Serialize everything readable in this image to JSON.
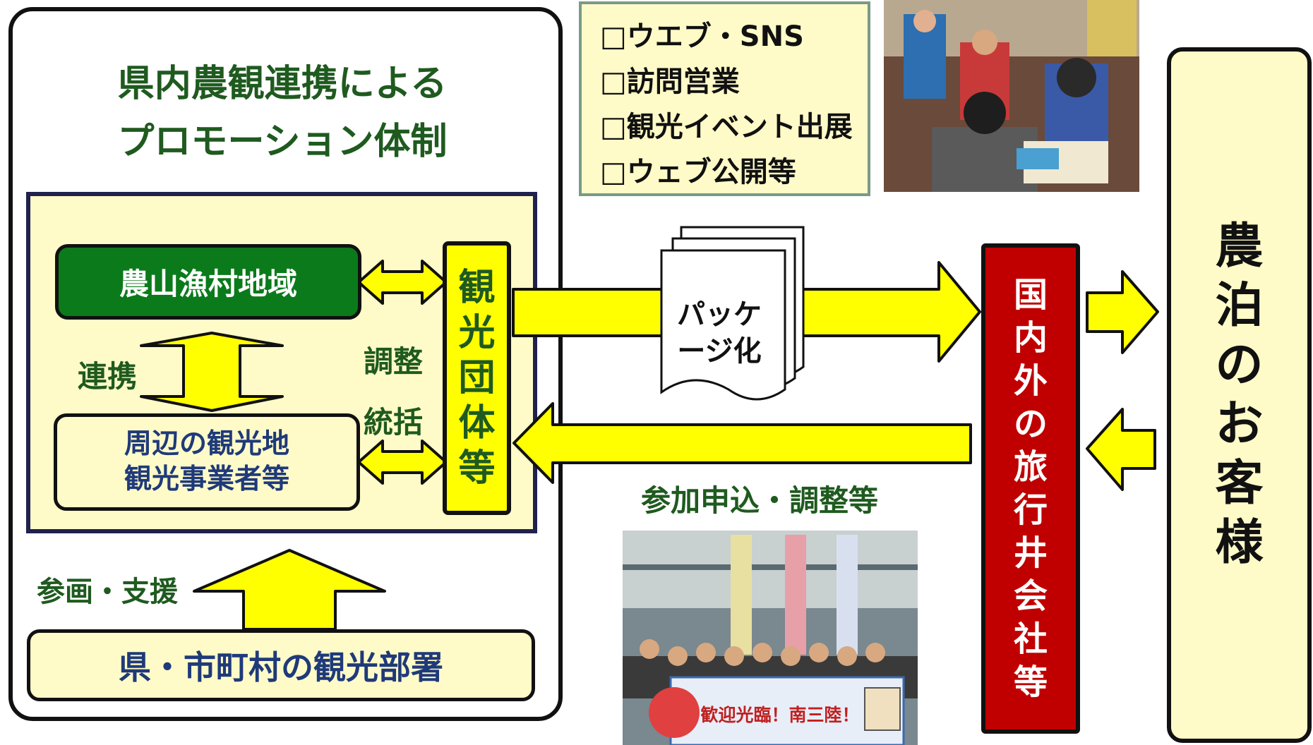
{
  "title": {
    "line1": "県内農観連携による",
    "line2": "プロモーション体制"
  },
  "farming_area": "農山漁村地域",
  "surrounding": {
    "line1": "周辺の観光地",
    "line2": "観光事業者等"
  },
  "association": {
    "chars": [
      "観",
      "光",
      "団",
      "体",
      "等"
    ]
  },
  "label_cooperation": "連携",
  "label_adjust": {
    "line1": "調整",
    "line2": "統括"
  },
  "label_support": "参画・支援",
  "prefecture": "県・市町村の観光部署",
  "checklist": [
    "□ウエブ・SNS",
    "□訪問営業",
    "□観光イベント出展",
    "□ウェブ公開等"
  ],
  "package": {
    "line1": "パッケ",
    "line2": "ージ化"
  },
  "apply_label": "参加申込・調整等",
  "travel_agency": {
    "chars": [
      "国",
      "内",
      "外",
      "の",
      "旅",
      "行",
      "井",
      "会",
      "社",
      "等"
    ]
  },
  "guest": {
    "chars": [
      "農",
      "泊",
      "の",
      "お",
      "客",
      "様"
    ]
  },
  "banner_text": "歓迎光臨！南三陸！",
  "colors": {
    "yellow": "#ffff00",
    "green": "#0b7a1b",
    "red": "#c00000",
    "cream": "#fffbc8",
    "navy": "#20214f"
  }
}
